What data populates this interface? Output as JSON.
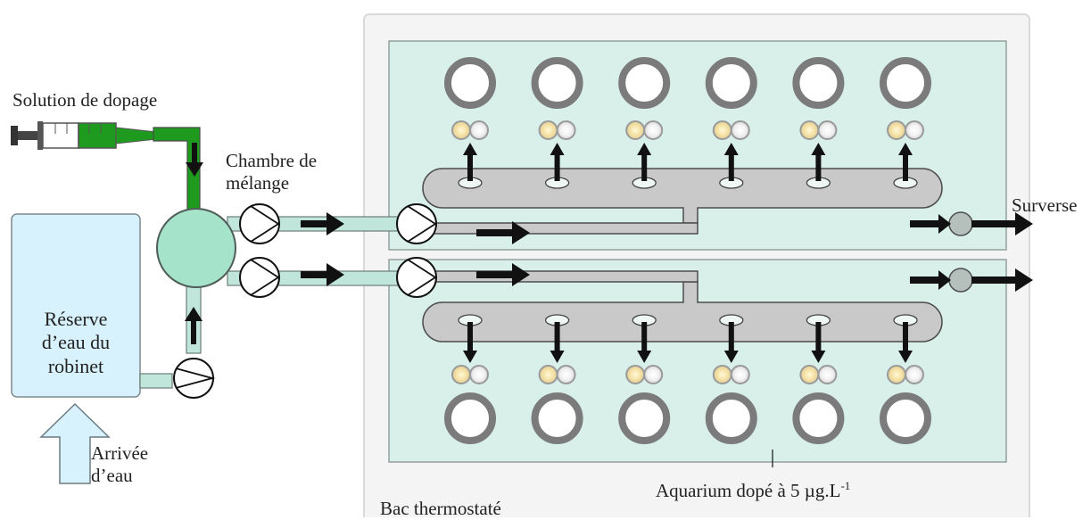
{
  "labels": {
    "doping_solution": "Solution de dopage",
    "mixing_chamber": [
      "Chambre de",
      "mélange"
    ],
    "reservoir": [
      "Réserve",
      "d’eau du",
      "robinet"
    ],
    "water_inlet": [
      "Arrivée",
      "d’eau"
    ],
    "overflow": "Surverse",
    "aquarium": "Aquarium dopé à 5 µg.L",
    "aquarium_sup": "-1",
    "thermostat_tank": "Bac thermostaté"
  },
  "colors": {
    "aquarium_fill": "#d8efea",
    "tank_fill": "#f4f4f4",
    "chamber_fill": "#a5e3cb",
    "reservoir_fill": "#d7f2fc",
    "syringe_green": "#1e9a1e",
    "pipe_fill": "#c0e6dc",
    "manifold_fill": "#c9c9c9",
    "ring": "#7b7b7b",
    "arrow": "#111111"
  },
  "aquaria_per_row": 6
}
